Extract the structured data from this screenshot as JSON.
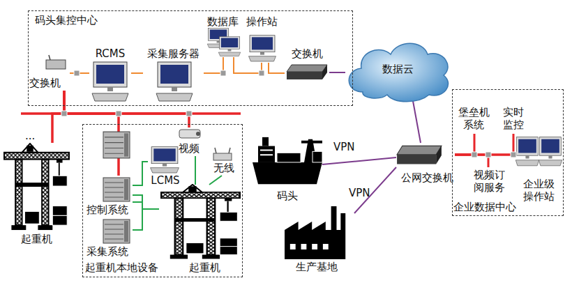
{
  "diagram": {
    "nodes": [
      {
        "text": [
          "码头集控中心"
        ]
      },
      {
        "text": [
          "数据库"
        ],
        "in": 0
      },
      {
        "text": [
          "操作站"
        ],
        "in": 0
      },
      {
        "text": [
          "RCMS"
        ],
        "in": 0
      },
      {
        "text": [
          "采集服务器"
        ],
        "in": 0
      },
      {
        "text": [
          "交换机"
        ],
        "in": 0
      },
      {
        "text": [
          "交换机"
        ],
        "in": 0
      },
      {
        "text": [
          "数据云"
        ]
      },
      {
        "text": [
          "企业数据中心"
        ]
      },
      {
        "text": [
          "堡垒机系统"
        ],
        "in": 8
      },
      {
        "text": [
          "实时监控"
        ],
        "in": 8
      },
      {
        "text": [
          "视频订阅服务"
        ],
        "in": 8
      },
      {
        "text": [
          "企业级操作站"
        ],
        "in": 8
      },
      {
        "text": [
          "公网交换机"
        ]
      },
      {
        "text": [
          "码头"
        ]
      },
      {
        "text": [
          "生产基地"
        ]
      },
      {
        "text": [
          "起重机"
        ]
      },
      {
        "text": [
          "起重机本地设备"
        ]
      },
      {
        "text": [
          "LCMS"
        ],
        "in": 17
      },
      {
        "text": [
          "视频"
        ],
        "in": 17
      },
      {
        "text": [
          "无线"
        ],
        "in": 17
      },
      {
        "text": [
          "控制系统"
        ],
        "in": 17
      },
      {
        "text": [
          "采集系统"
        ],
        "in": 17
      },
      {
        "text": [
          "起重机"
        ],
        "in": 17
      }
    ],
    "edges": [
      {
        "from": 6,
        "to": 3,
        "arrow": "none"
      },
      {
        "from": 3,
        "to": 4,
        "arrow": "none"
      },
      {
        "from": 4,
        "to": 1,
        "arrow": "none"
      },
      {
        "from": 1,
        "to": 2,
        "arrow": "none"
      },
      {
        "from": 2,
        "to": 5,
        "arrow": "none"
      },
      {
        "from": 5,
        "to": 7,
        "arrow": "none"
      },
      {
        "from": 7,
        "to": 13,
        "arrow": "none"
      },
      {
        "from": 14,
        "to": 13,
        "label": "VPN",
        "arrow": "none"
      },
      {
        "from": 15,
        "to": 13,
        "label": "VPN",
        "arrow": "none"
      },
      {
        "from": 13,
        "to": 9,
        "arrow": "none"
      },
      {
        "from": 13,
        "to": 10,
        "arrow": "none"
      },
      {
        "from": 13,
        "to": 11,
        "arrow": "none"
      },
      {
        "from": 13,
        "to": 12,
        "arrow": "none"
      },
      {
        "from": 6,
        "to": 16,
        "arrow": "none"
      },
      {
        "from": 6,
        "to": 21,
        "arrow": "none"
      },
      {
        "from": 6,
        "to": 19,
        "arrow": "none"
      },
      {
        "from": 21,
        "to": 18,
        "arrow": "none"
      },
      {
        "from": 21,
        "to": 22,
        "arrow": "none"
      },
      {
        "from": 21,
        "to": 23,
        "arrow": "none"
      },
      {
        "from": 19,
        "to": 23,
        "arrow": "none"
      },
      {
        "from": 20,
        "to": 23,
        "arrow": "none"
      }
    ],
    "labels": [
      "..."
    ]
  }
}
